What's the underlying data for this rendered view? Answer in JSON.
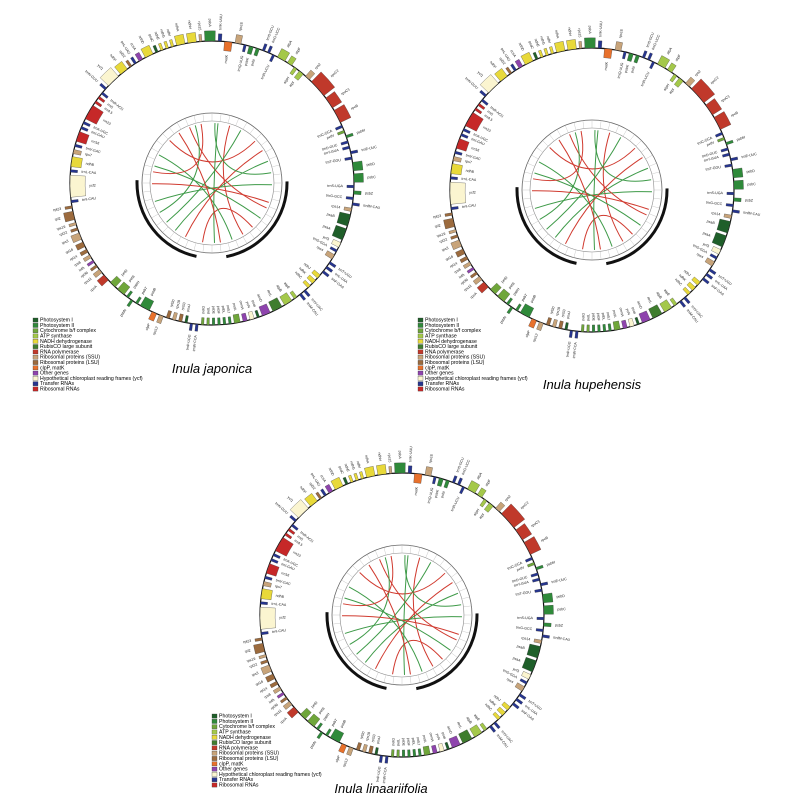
{
  "legend": {
    "categories": [
      {
        "label": "Photosystem I",
        "color": "#1f5f2a"
      },
      {
        "label": "Photosystem II",
        "color": "#2f8a3a"
      },
      {
        "label": "Cytochrome b/f complex",
        "color": "#6fa63a"
      },
      {
        "label": "ATP synthase",
        "color": "#a4c84a"
      },
      {
        "label": "NADH dehydrogenase",
        "color": "#e8d93a"
      },
      {
        "label": "RubisCO large subunit",
        "color": "#3f7d2e"
      },
      {
        "label": "RNA polymerase",
        "color": "#c0392b"
      },
      {
        "label": "Ribosomal proteins (SSU)",
        "color": "#c8a47a"
      },
      {
        "label": "Ribosomal proteins (LSU)",
        "color": "#9c6b3e"
      },
      {
        "label": "clpP, matK",
        "color": "#e8712c"
      },
      {
        "label": "Other genes",
        "color": "#8e44ad"
      },
      {
        "label": "Hypothetical chloroplast reading frames (ycf)",
        "color": "#fbf5d0"
      },
      {
        "label": "Transfer RNAs",
        "color": "#26358f"
      },
      {
        "label": "Ribosomal RNAs",
        "color": "#c62828"
      }
    ]
  },
  "maps": [
    {
      "species": "Inula japonica"
    },
    {
      "species": "Inula hupehensis"
    },
    {
      "species": "Inula linaariifolia"
    }
  ],
  "gene_labels": [
    "psbA",
    "trnK-UUU",
    "matK",
    "rps16",
    "trnQ-UUG",
    "psbK",
    "psbI",
    "trnS-GCU",
    "trnG-UCC",
    "trnR-UCU",
    "atpA",
    "atpF",
    "atpH",
    "atpI",
    "rps2",
    "rpoC2",
    "rpoC1",
    "rpoB",
    "trnC-GCA",
    "petN",
    "psbM",
    "trnD-GUC",
    "trnY-GUA",
    "trnE-UUC",
    "trnT-GGU",
    "psbD",
    "psbC",
    "trnS-UGA",
    "psbZ",
    "trnG-GCC",
    "trnfM-CAU",
    "rps14",
    "psaB",
    "psaA",
    "ycf3",
    "trnS-GGA",
    "rps4",
    "trnT-UGU",
    "trnL-UAA",
    "trnF-GAA",
    "ndhJ",
    "ndhK",
    "ndhC",
    "trnV-UAC",
    "trnM-CAU",
    "atpE",
    "atpB",
    "rbcL",
    "accD",
    "psaI",
    "ycf4",
    "cemA",
    "petA",
    "psbJ",
    "psbL",
    "psbF",
    "psbE",
    "petL",
    "petG",
    "trnW-CCA",
    "trnP-UGG",
    "psaJ",
    "rpl33",
    "rps18",
    "rpl20",
    "rps12",
    "clpP",
    "psbB",
    "psbT",
    "psbN",
    "psbH",
    "petB",
    "petD",
    "rpoA",
    "rps11",
    "rpl36",
    "infA",
    "rps8",
    "rpl14",
    "rpl16",
    "rps3",
    "rpl22",
    "rps19",
    "rpl2",
    "rpl23",
    "trnI-CAU",
    "ycf2",
    "trnL-CAA",
    "ndhB",
    "rps7",
    "trnV-GAC",
    "rrn16",
    "trnI-GAU",
    "trnA-UGC",
    "rrn23",
    "rrn4.5",
    "rrn5",
    "trnR-ACG",
    "trnN-GUU",
    "ycf1",
    "ndhF",
    "rpl32",
    "trnL-UAG",
    "ccsA",
    "ndhD",
    "psaC",
    "ndhE",
    "ndhG",
    "ndhI",
    "ndhA",
    "ndhH",
    "rps15"
  ]
}
